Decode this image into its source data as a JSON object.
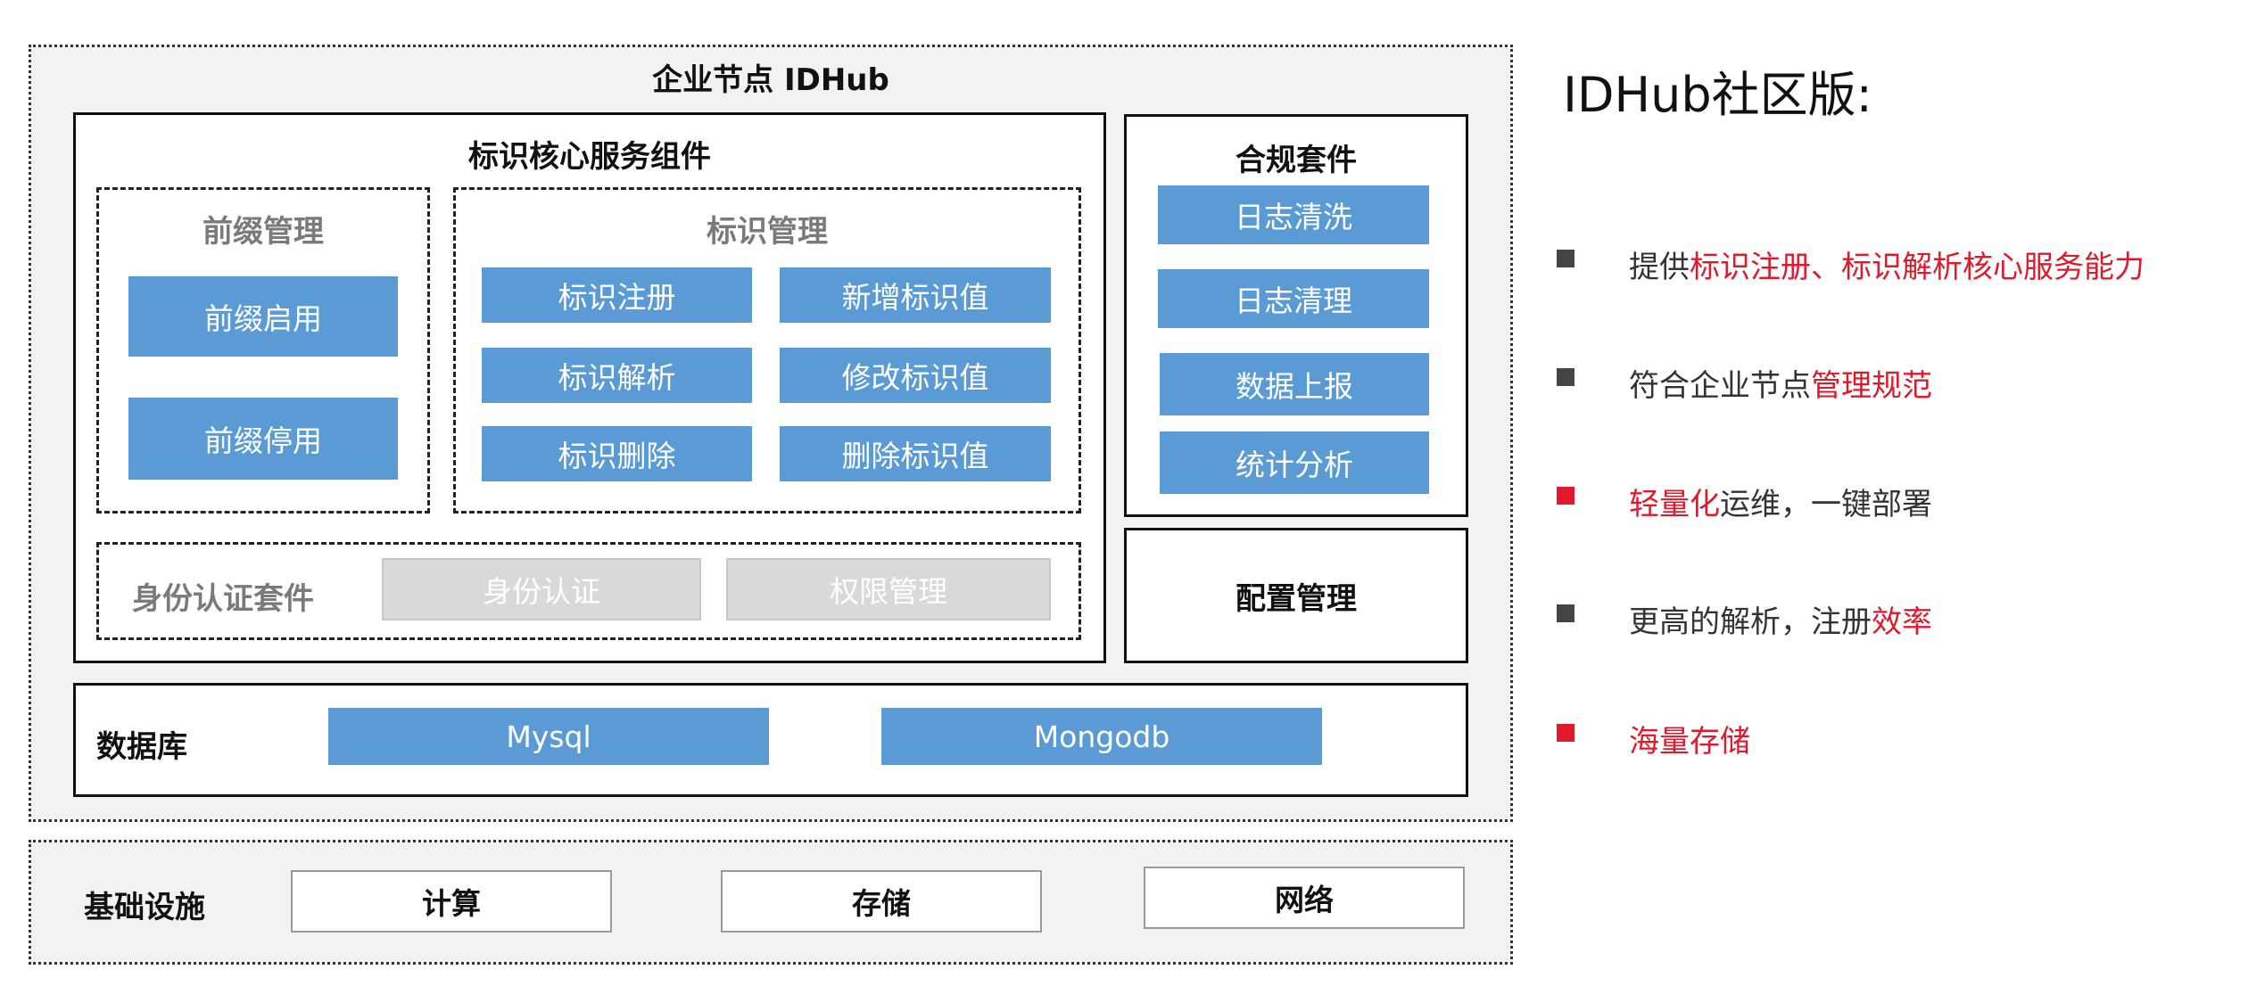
{
  "enterprise": {
    "title": "企业节点 IDHub",
    "core": {
      "title": "标识核心服务组件",
      "prefix": {
        "title": "前缀管理",
        "items": [
          "前缀启用",
          "前缀停用"
        ]
      },
      "identifier": {
        "title": "标识管理",
        "items": [
          "标识注册",
          "新增标识值",
          "标识解析",
          "修改标识值",
          "标识删除",
          "删除标识值"
        ]
      },
      "auth": {
        "title": "身份认证套件",
        "items": [
          "身份认证",
          "权限管理"
        ]
      }
    },
    "compliance": {
      "title": "合规套件",
      "items": [
        "日志清洗",
        "日志清理",
        "数据上报",
        "统计分析"
      ]
    },
    "config": {
      "title": "配置管理"
    },
    "database": {
      "title": "数据库",
      "items": [
        "Mysql",
        "Mongodb"
      ]
    }
  },
  "infrastructure": {
    "title": "基础设施",
    "items": [
      "计算",
      "存储",
      "网络"
    ]
  },
  "features": {
    "title": "IDHub社区版:",
    "bullets": [
      {
        "bullet_color": "#444444",
        "parts": [
          {
            "text": "提供",
            "red": false
          },
          {
            "text": "标识注册、标识解析核心服务能力",
            "red": true
          }
        ]
      },
      {
        "bullet_color": "#444444",
        "parts": [
          {
            "text": "符合企业节点",
            "red": false
          },
          {
            "text": "管理规范",
            "red": true
          }
        ]
      },
      {
        "bullet_color": "#e0192b",
        "parts": [
          {
            "text": "轻量化",
            "red": true
          },
          {
            "text": "运维，一键部署",
            "red": false
          }
        ]
      },
      {
        "bullet_color": "#444444",
        "parts": [
          {
            "text": "更高的解析，注册",
            "red": false
          },
          {
            "text": "效率",
            "red": true
          }
        ]
      },
      {
        "bullet_color": "#e0192b",
        "parts": [
          {
            "text": "海量存储",
            "red": true
          }
        ]
      }
    ]
  },
  "colors": {
    "accent_blue": "#5b9bd5",
    "highlight_red": "#e0192b",
    "disabled_gray": "#d9d9d9"
  }
}
